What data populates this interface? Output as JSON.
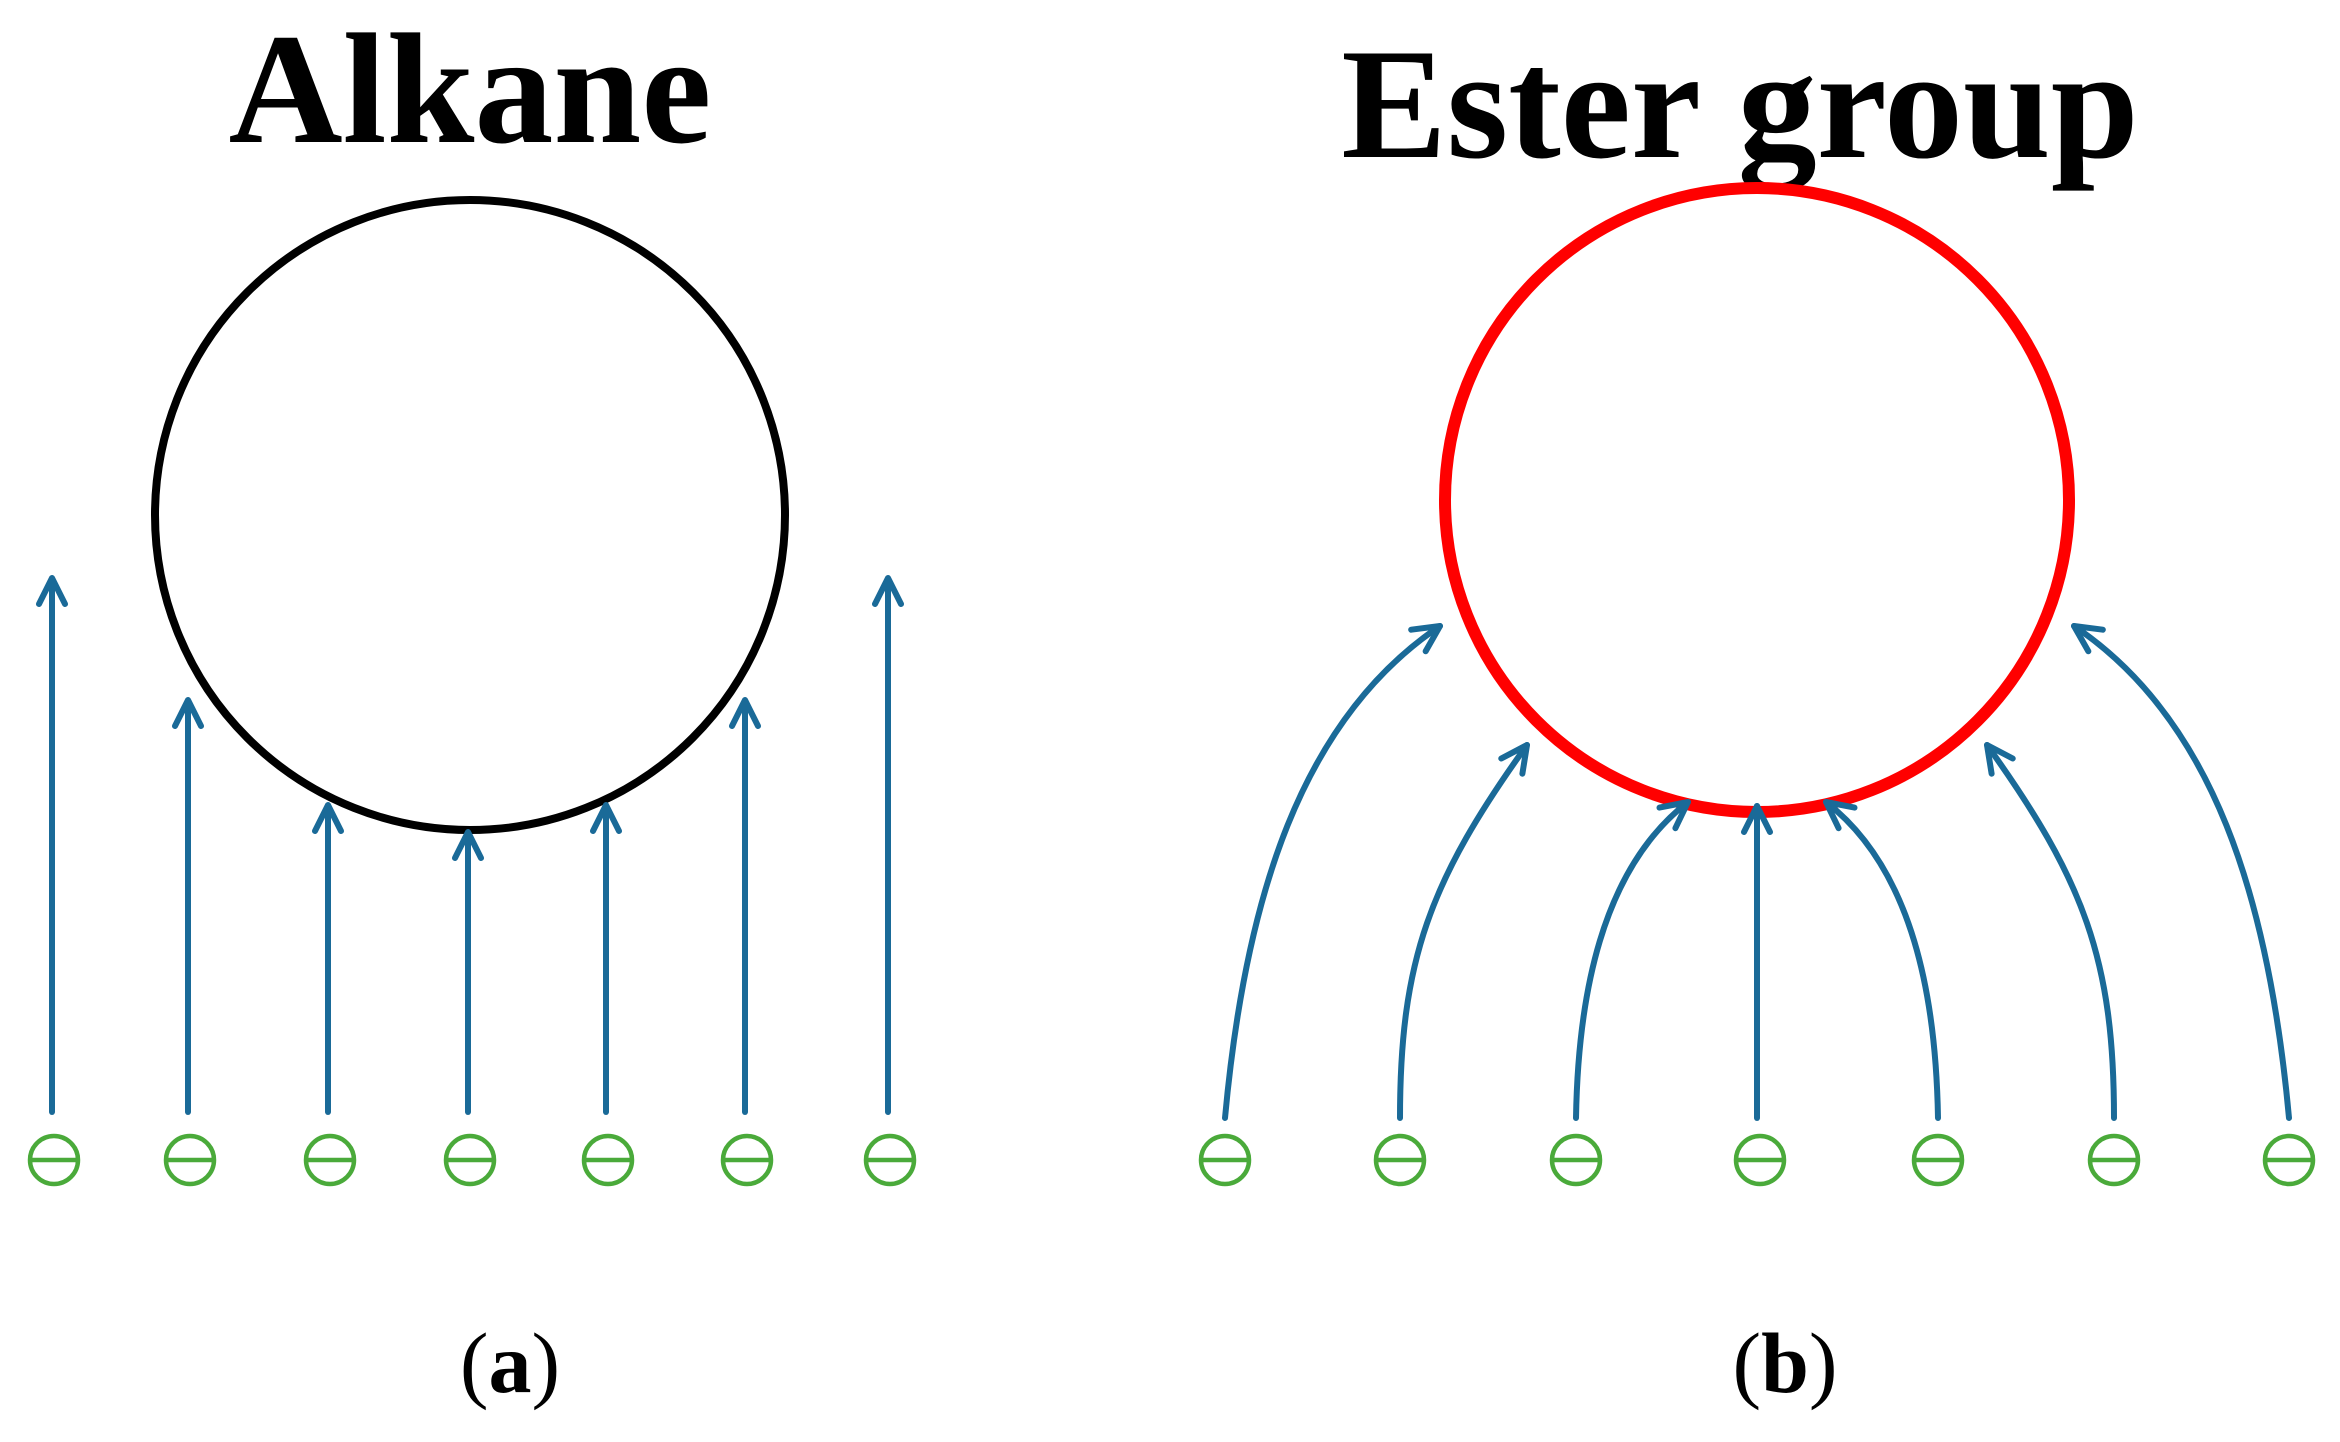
{
  "panels": {
    "a": {
      "title": "Alkane",
      "caption_open": "(",
      "caption_letter": "a",
      "caption_close": ")",
      "particle_color": "#000000",
      "field_line_count": 7,
      "field_line_shape": "straight"
    },
    "b": {
      "title": "Ester group",
      "caption_open": "(",
      "caption_letter": "b",
      "caption_close": ")",
      "particle_color": "#ff0000",
      "field_line_count": 7,
      "field_line_shape": "curved toward particle"
    }
  },
  "colors": {
    "field_line": "#1a6a98",
    "negative_charge": "#4aaa3a"
  },
  "icons": {
    "charge": "negative-charge-icon",
    "arrow": "arrow-up-icon"
  }
}
